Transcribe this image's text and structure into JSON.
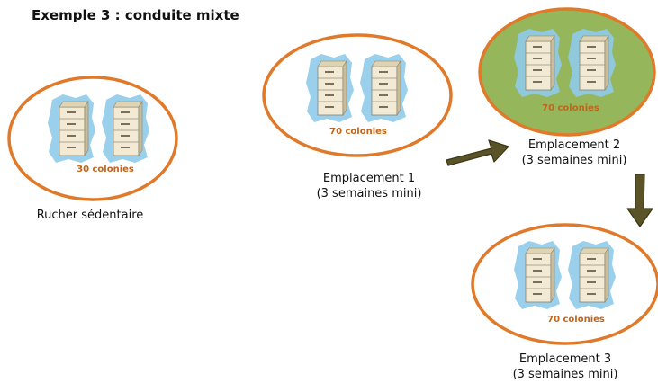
{
  "title": "Exemple 3 : conduite mixte",
  "colors": {
    "ring": "#e07a2a",
    "green_fill": "#95b65a",
    "arrow": "#5a5327",
    "count_text": "#c0661c",
    "hive_glow": "#8fcbe9"
  },
  "sites": [
    {
      "count": "30 colonies",
      "name": "Rucher sédentaire",
      "detail": ""
    },
    {
      "count": "70 colonies",
      "name": "Emplacement 1",
      "detail": "(3 semaines mini)"
    },
    {
      "count": "70 colonies",
      "name": "Emplacement 2",
      "detail": "(3 semaines mini)"
    },
    {
      "count": "70 colonies",
      "name": "Emplacement 3",
      "detail": "(3 semaines mini)"
    }
  ]
}
